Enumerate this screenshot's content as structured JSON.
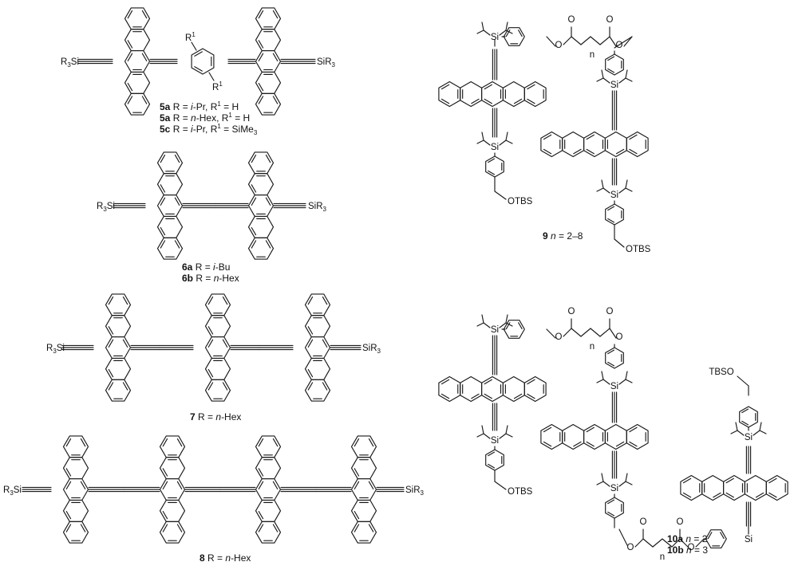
{
  "labels": {
    "r3si": "R",
    "r3si_sub": "3",
    "r3si_tail": "Si",
    "sir3_head": "SiR",
    "sir3_sub": "3",
    "r1": "R",
    "r1_sup": "1",
    "si": "Si",
    "otbs": "OTBS",
    "tbso": "TBSO",
    "o": "O",
    "n": "n"
  },
  "captions": {
    "c5a": {
      "num": "5a",
      "text": " R = ",
      "r": "i",
      "r2": "-Pr, R",
      "sup": "1",
      "tail": " = H"
    },
    "c5b": {
      "num": "5a",
      "text": " R = ",
      "r": "n",
      "r2": "-Hex, R",
      "sup": "1",
      "tail": " = H"
    },
    "c5c": {
      "num": "5c",
      "text": " R = ",
      "r": "i",
      "r2": "-Pr, R",
      "sup": "1",
      "tail": " = SiMe",
      "sub": "3"
    },
    "c6a": {
      "num": "6a",
      "text": " R = ",
      "r": "i",
      "r2": "-Bu"
    },
    "c6b": {
      "num": "6b",
      "text": " R = ",
      "r": "n",
      "r2": "-Hex"
    },
    "c7": {
      "num": "7",
      "text": " R = ",
      "r": "n",
      "r2": "-Hex"
    },
    "c8": {
      "num": "8",
      "text": " R = ",
      "r": "n",
      "r2": "-Hex"
    },
    "c9": {
      "num": "9",
      "text": " ",
      "r": "n",
      "r2": " = 2–8"
    },
    "c10a": {
      "num": "10a",
      "text": " ",
      "r": "n",
      "r2": " = 2"
    },
    "c10b": {
      "num": "10b",
      "text": " ",
      "r": "n",
      "r2": " = 3"
    }
  }
}
